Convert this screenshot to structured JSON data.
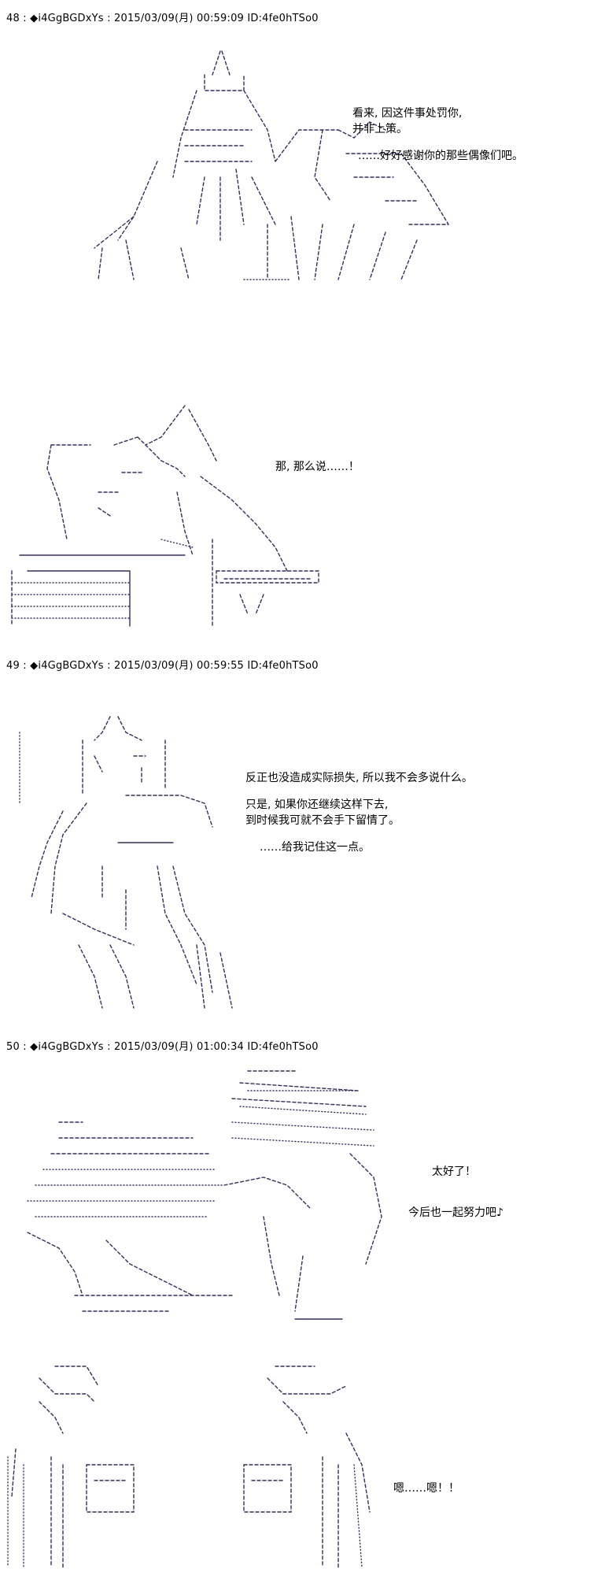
{
  "posts": [
    {
      "header": "48 : ◆i4GgBGDxYs : 2015/03/09(月) 00:59:09 ID:4fe0hTSo0",
      "panels": [
        {
          "lines": [
            "看来, 因这件事处罚你,",
            "并非上策。",
            "……好好感谢你的那些偶像们吧。"
          ]
        },
        {
          "lines": [
            "那, 那么说……！"
          ]
        }
      ]
    },
    {
      "header": "49 : ◆i4GgBGDxYs : 2015/03/09(月) 00:59:55 ID:4fe0hTSo0",
      "panels": [
        {
          "lines": [
            "反正也没造成实际损失, 所以我不会多说什么。",
            "只是, 如果你还继续这样下去,",
            " 到时候我可就不会手下留情了。",
            "……给我记住这一点。"
          ]
        }
      ]
    },
    {
      "header": "50 : ◆i4GgBGDxYs : 2015/03/09(月) 01:00:34 ID:4fe0hTSo0",
      "panels": [
        {
          "lines": [
            "太好了！",
            "今后也一起努力吧♪"
          ]
        },
        {
          "lines": [
            "嗯……嗯！！"
          ]
        }
      ]
    }
  ]
}
